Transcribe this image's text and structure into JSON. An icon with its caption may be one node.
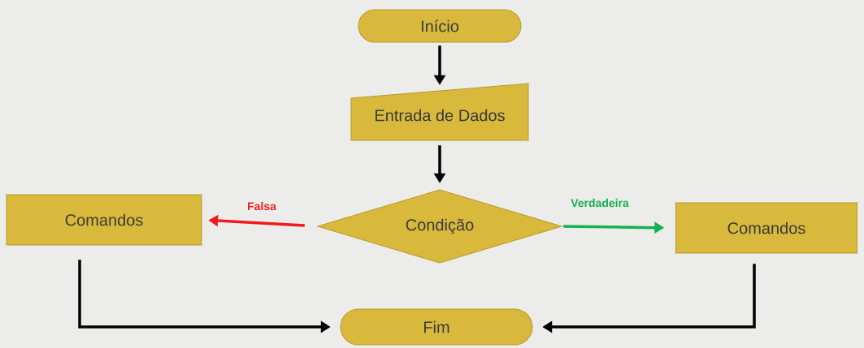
{
  "diagram": {
    "nodes": [
      {
        "text": [
          "Início"
        ]
      },
      {
        "text": [
          "Entrada de Dados"
        ]
      },
      {
        "text": [
          "Condição"
        ]
      },
      {
        "text": [
          "Comandos"
        ]
      },
      {
        "text": [
          "Comandos"
        ]
      },
      {
        "text": [
          "Fim"
        ]
      }
    ],
    "edges": [
      {
        "from": 0,
        "to": 1,
        "arrow": "to"
      },
      {
        "from": 1,
        "to": 2,
        "arrow": "to"
      },
      {
        "from": 2,
        "to": 3,
        "arrow": "to",
        "label": "Falsa",
        "color": "#ee1c1c"
      },
      {
        "from": 2,
        "to": 4,
        "arrow": "to",
        "label": "Verdadeira",
        "color": "#15b050"
      },
      {
        "from": 3,
        "to": 5,
        "arrow": "to"
      },
      {
        "from": 4,
        "to": 5,
        "arrow": "to"
      }
    ]
  }
}
